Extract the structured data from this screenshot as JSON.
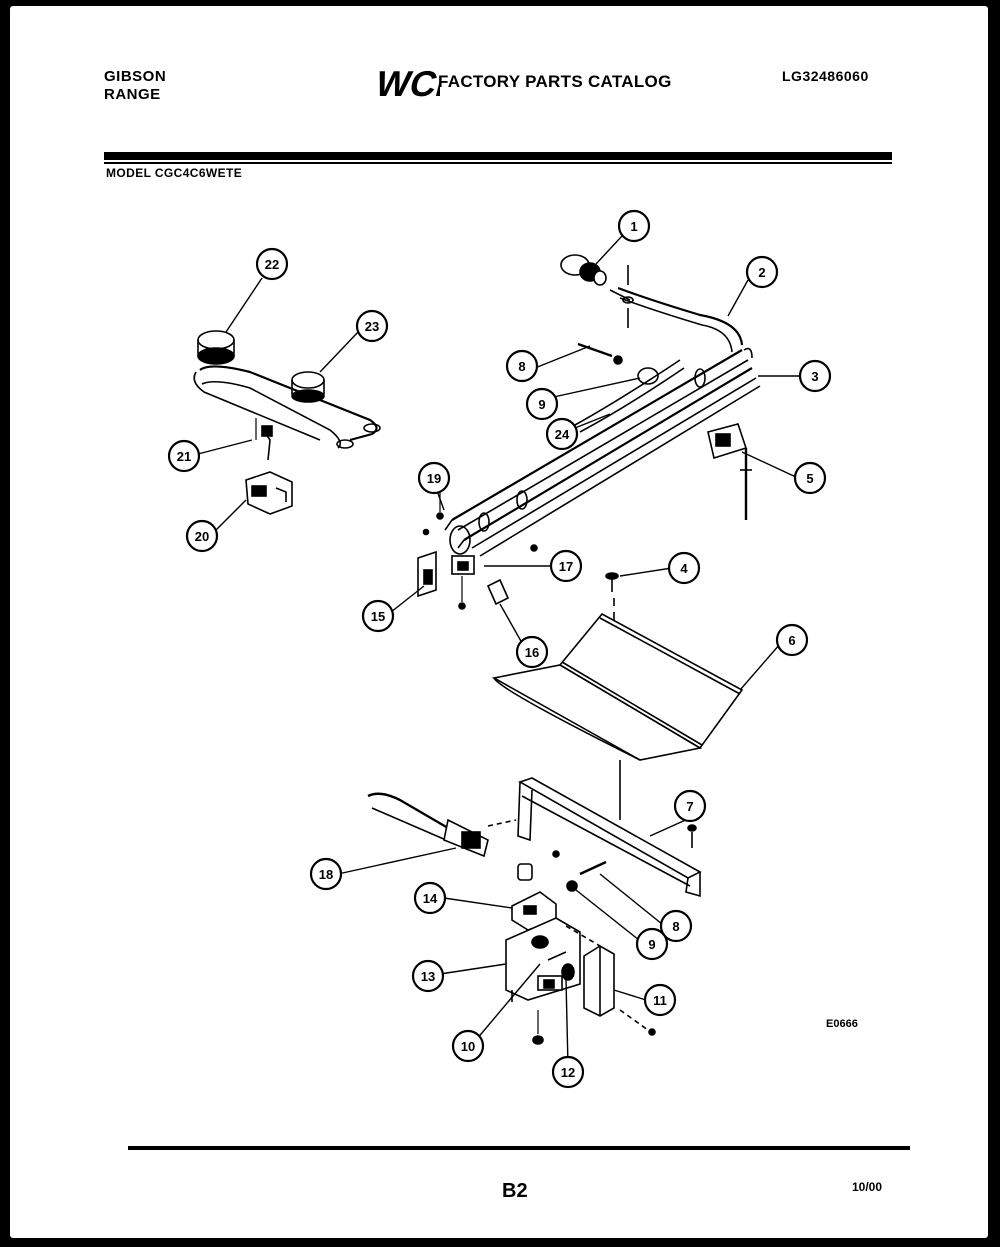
{
  "header": {
    "brand_line1": "GIBSON",
    "brand_line2": "RANGE",
    "logo_text": "WCI",
    "catalog_title": "FACTORY PARTS CATALOG",
    "catalog_number": "LG32486060",
    "model": "MODEL CGC4C6WETE"
  },
  "footer": {
    "page_number": "B2",
    "date": "10/00",
    "diagram_code": "E0666"
  },
  "callouts": [
    "1",
    "2",
    "3",
    "4",
    "5",
    "6",
    "7",
    "8",
    "9",
    "24",
    "19",
    "17",
    "18",
    "16",
    "22",
    "23",
    "21",
    "20",
    "15",
    "14",
    "8",
    "9",
    "13",
    "11",
    "10",
    "12"
  ],
  "colors": {
    "ink": "#000000",
    "paper": "#ffffff"
  }
}
